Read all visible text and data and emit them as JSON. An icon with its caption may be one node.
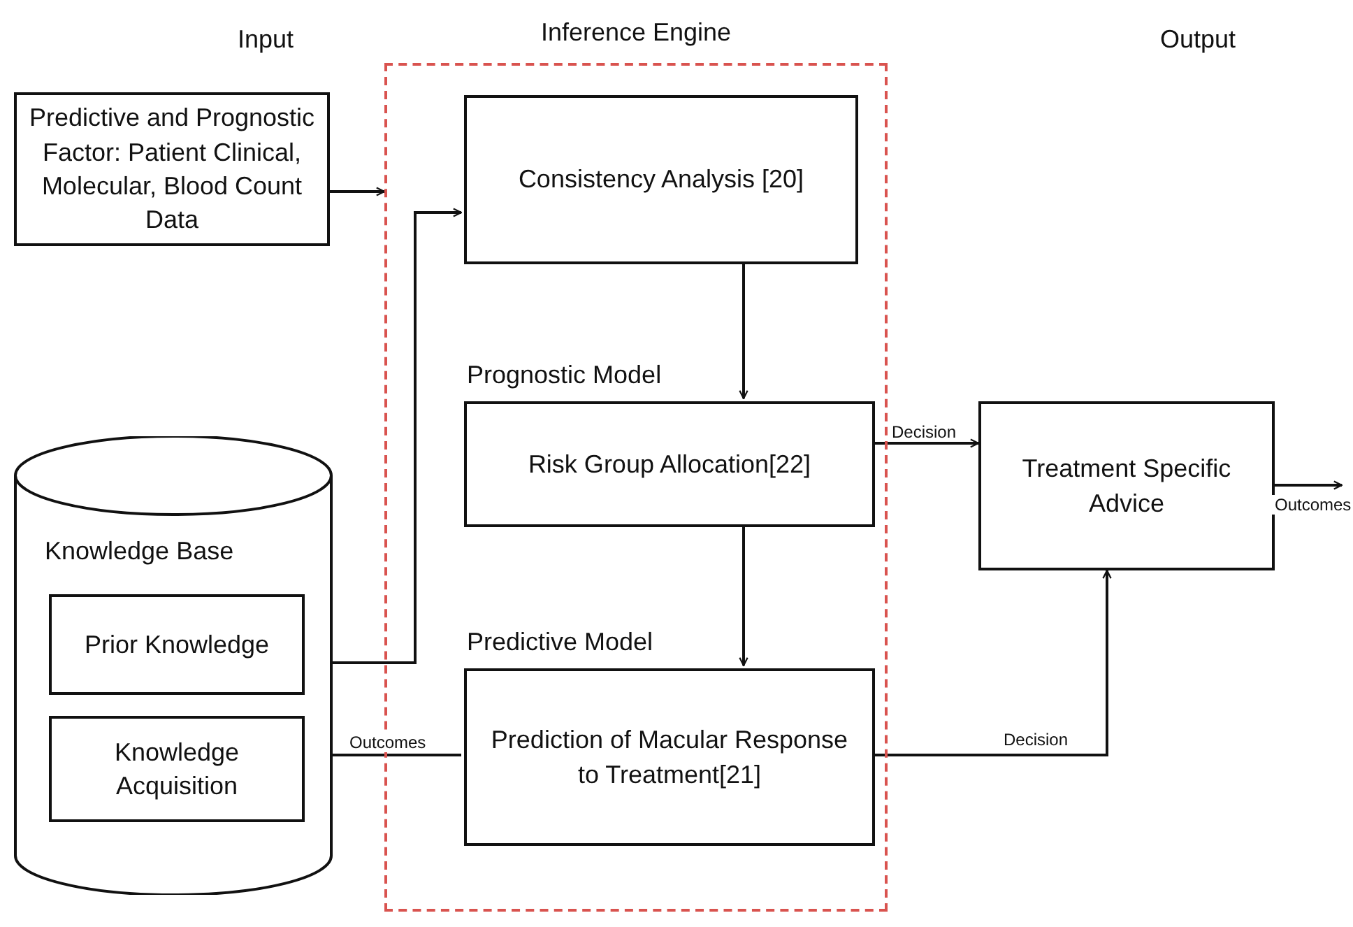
{
  "diagram": {
    "nodes": [
      {
        "text": [
          "Predictive and Prognostic Factor: Patient Clinical, Molecular, Blood Count Data"
        ]
      },
      {
        "text": [
          "Inference Engine"
        ]
      },
      {
        "text": [
          "Consistency Analysis [20]"
        ],
        "in": 1
      },
      {
        "text": [
          "Prognostic Model",
          "Risk Group Allocation[22]"
        ],
        "in": 1
      },
      {
        "text": [
          "Predictive Model",
          "Prediction of Macular Response to Treatment[21]"
        ],
        "in": 1
      },
      {
        "text": [
          "Knowledge Base"
        ]
      },
      {
        "text": [
          "Prior Knowledge"
        ],
        "in": 5
      },
      {
        "text": [
          "Knowledge Acquisition"
        ],
        "in": 5
      },
      {
        "text": [
          "Treatment Specific Advice"
        ]
      }
    ],
    "edges": [
      {
        "from": 0,
        "to": 1,
        "arrow": "to"
      },
      {
        "from": 6,
        "to": 2,
        "arrow": "to"
      },
      {
        "from": 2,
        "to": 3,
        "arrow": "to"
      },
      {
        "from": 3,
        "to": 8,
        "arrow": "to",
        "label": "Decision"
      },
      {
        "from": 3,
        "to": 4,
        "arrow": "to"
      },
      {
        "from": 4,
        "to": 8,
        "arrow": "to",
        "label": "Decision"
      },
      {
        "from": 4,
        "to": 7,
        "arrow": "to",
        "label": "Outcomes"
      },
      {
        "from": 8,
        "to": null,
        "arrow": "to",
        "label": "Outcomes"
      }
    ],
    "labels": [
      "Input",
      "Output"
    ]
  }
}
